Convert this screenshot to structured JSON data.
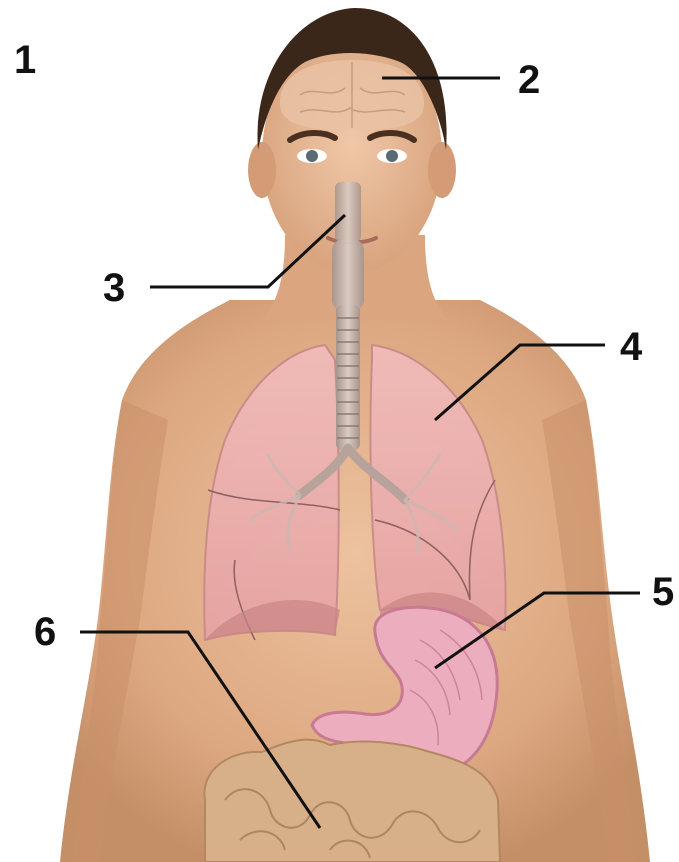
{
  "labels": {
    "figure_number": "1",
    "l2": "2",
    "l3": "3",
    "l4": "4",
    "l5": "5",
    "l6": "6"
  },
  "colors": {
    "skin": "#e2b18c",
    "skin_shadow": "#c78f68",
    "hair": "#3a2618",
    "lung": "#ebb0b0",
    "lung_edge": "#c98989",
    "trachea": "#bfaaa2",
    "stomach": "#e9a9ba",
    "intestine": "#d8b58e",
    "brain": "#e7c1a3",
    "leader_line": "#111111"
  }
}
